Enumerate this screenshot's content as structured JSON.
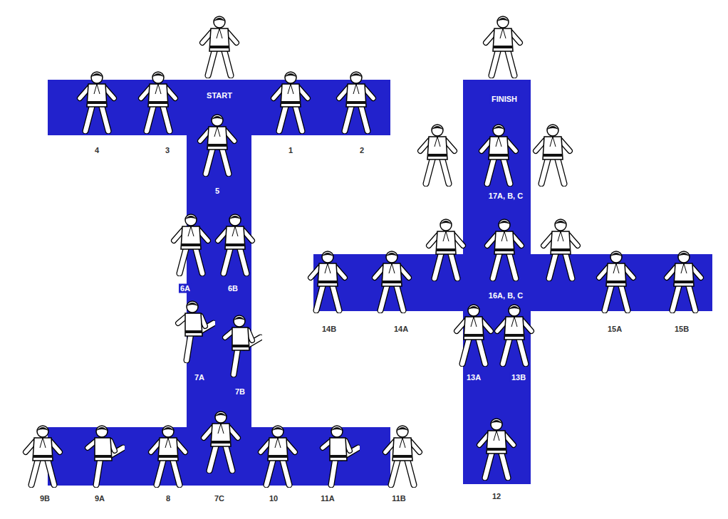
{
  "diagram": {
    "labels": [
      "START",
      "4",
      "3",
      "1",
      "2",
      "5",
      "6A",
      "6B",
      "7A",
      "7B",
      "9B",
      "9A",
      "8",
      "7C",
      "10",
      "11A",
      "11B",
      "FINISH",
      "17A, B, C",
      "14B",
      "14A",
      "16A, B, C",
      "15A",
      "15B",
      "13A",
      "13B",
      "12"
    ]
  }
}
